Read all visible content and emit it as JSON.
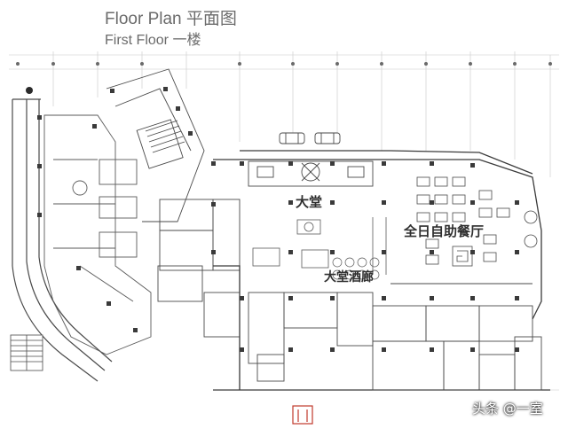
{
  "header": {
    "title": "Floor Plan 平面图",
    "subtitle": "First Floor 一楼"
  },
  "areas": {
    "lobby": "大堂",
    "all_day_dining": "全日自助餐厅",
    "lobby_bar": "大堂酒廊"
  },
  "watermark": "头条 @一室",
  "colors": {
    "line": "#8a8a8a",
    "dark_line": "#4a4a4a",
    "column": "#3a3a3a",
    "title_text": "#6b6b6b",
    "accent_red": "#c0392b"
  }
}
